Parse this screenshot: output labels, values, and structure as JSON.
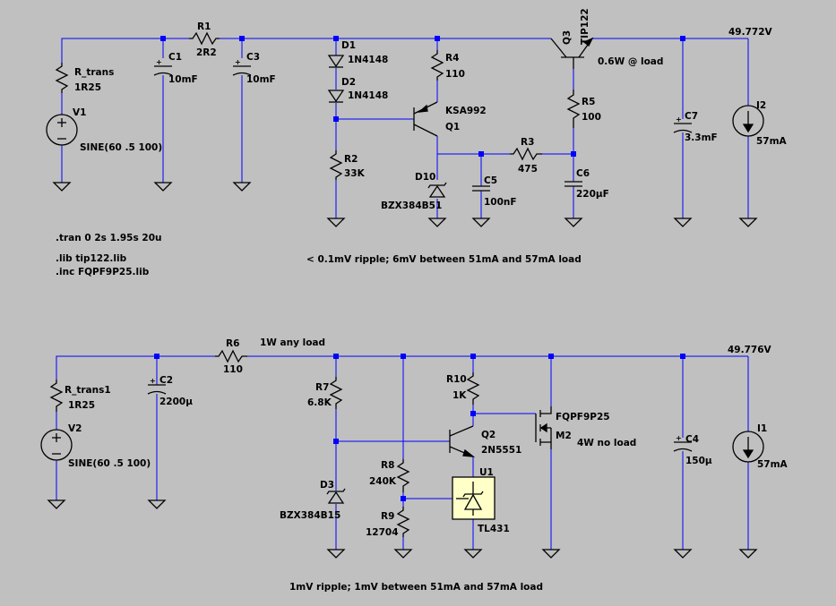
{
  "colors": {
    "background": "#c0c0c0",
    "wire": "#0000ff",
    "component": "#000000",
    "note": "#1a1aff"
  },
  "top": {
    "R_trans": {
      "name": "R_trans",
      "value": "1R25"
    },
    "V1": {
      "name": "V1",
      "value": "SINE(60 .5 100)"
    },
    "C1": {
      "name": "C1",
      "value": "10mF"
    },
    "R1": {
      "name": "R1",
      "value": "2R2"
    },
    "C3": {
      "name": "C3",
      "value": "10mF"
    },
    "D1": {
      "name": "D1",
      "value": "1N4148"
    },
    "D2": {
      "name": "D2",
      "value": "1N4148"
    },
    "R2": {
      "name": "R2",
      "value": "33K"
    },
    "R4": {
      "name": "R4",
      "value": "110"
    },
    "Q1": {
      "name": "Q1",
      "value": "KSA992"
    },
    "D10": {
      "name": "D10",
      "value": "BZX384B51"
    },
    "C5": {
      "name": "C5",
      "value": "100nF"
    },
    "R3": {
      "name": "R3",
      "value": "475"
    },
    "Q3": {
      "name": "Q3",
      "value": "TIP122"
    },
    "R5": {
      "name": "R5",
      "value": "100"
    },
    "C6": {
      "name": "C6",
      "value": "220µF"
    },
    "C7": {
      "name": "C7",
      "value": "3.3mF"
    },
    "I2": {
      "name": "I2",
      "value": "57mA"
    },
    "out_voltage": "49.772V",
    "q3_note": "0.6W @ load",
    "ripple_note": "< 0.1mV ripple; 6mV between 51mA and 57mA load"
  },
  "directives": [
    ".tran 0 2s 1.95s 20u",
    ".lib tip122.lib",
    ".inc FQPF9P25.lib"
  ],
  "bottom": {
    "R_trans1": {
      "name": "R_trans1",
      "value": "1R25"
    },
    "V2": {
      "name": "V2",
      "value": "SINE(60 .5 100)"
    },
    "C2": {
      "name": "C2",
      "value": "2200µ"
    },
    "R6": {
      "name": "R6",
      "value": "110"
    },
    "R7": {
      "name": "R7",
      "value": "6.8K"
    },
    "D3": {
      "name": "D3",
      "value": "BZX384B15"
    },
    "R8": {
      "name": "R8",
      "value": "240K"
    },
    "R9": {
      "name": "R9",
      "value": "12704"
    },
    "R10": {
      "name": "R10",
      "value": "1K"
    },
    "Q2": {
      "name": "Q2",
      "value": "2N5551"
    },
    "U1": {
      "name": "U1",
      "value": "TL431"
    },
    "M2": {
      "name": "M2",
      "value": "FQPF9P25"
    },
    "C4": {
      "name": "C4",
      "value": "150µ"
    },
    "I1": {
      "name": "I1",
      "value": "57mA"
    },
    "out_voltage": "49.776V",
    "r6_note": "1W any load",
    "m2_note": "4W no load",
    "ripple_note": "1mV ripple; 1mV between 51mA and 57mA load"
  }
}
